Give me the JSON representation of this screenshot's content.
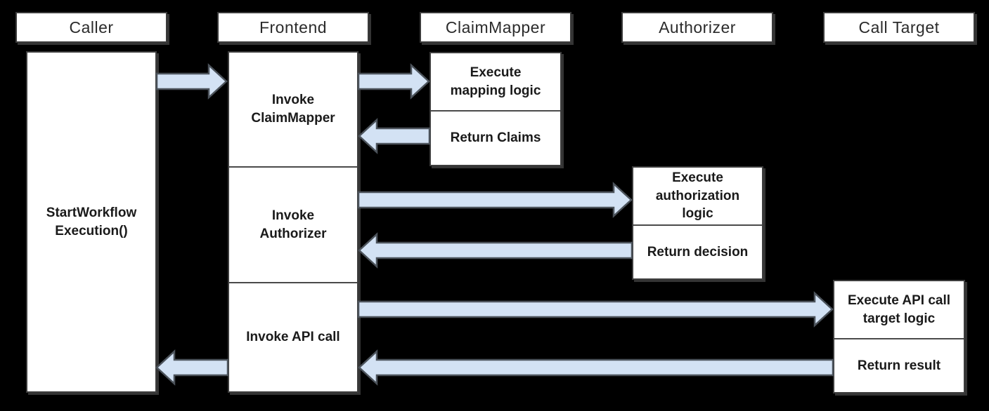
{
  "colors": {
    "background": "#000000",
    "box_fill": "#ffffff",
    "box_border": "#3d3d3d",
    "arrow_fill": "#d3e2f4",
    "arrow_stroke": "#4c535b",
    "header_text": "#2b2b2b",
    "task_text": "#1a1a1a"
  },
  "lanes": [
    {
      "header": "Caller"
    },
    {
      "header": "Frontend"
    },
    {
      "header": "ClaimMapper"
    },
    {
      "header": "Authorizer"
    },
    {
      "header": "Call Target"
    }
  ],
  "boxes": {
    "start_workflow_execution": "StartWorkflow\nExecution()",
    "invoke_claimmapper": "Invoke\nClaimMapper",
    "invoke_authorizer": "Invoke\nAuthorizer",
    "invoke_api_call": "Invoke API call",
    "execute_mapping_logic": "Execute\nmapping logic",
    "return_claims": "Return Claims",
    "execute_authorization_logic": "Execute\nauthorization\nlogic",
    "return_decision": "Return decision",
    "execute_api_call_target_logic": "Execute API call\ntarget logic",
    "return_result": "Return result"
  },
  "flows": [
    {
      "from": "Caller",
      "to": "Frontend",
      "direction": "right"
    },
    {
      "from": "Frontend",
      "to": "ClaimMapper",
      "direction": "right"
    },
    {
      "from": "ClaimMapper",
      "to": "Frontend",
      "direction": "left"
    },
    {
      "from": "Frontend",
      "to": "Authorizer",
      "direction": "right"
    },
    {
      "from": "Authorizer",
      "to": "Frontend",
      "direction": "left"
    },
    {
      "from": "Frontend",
      "to": "Call Target",
      "direction": "right"
    },
    {
      "from": "Call Target",
      "to": "Frontend",
      "direction": "left"
    },
    {
      "from": "Frontend",
      "to": "Caller",
      "direction": "left"
    }
  ]
}
